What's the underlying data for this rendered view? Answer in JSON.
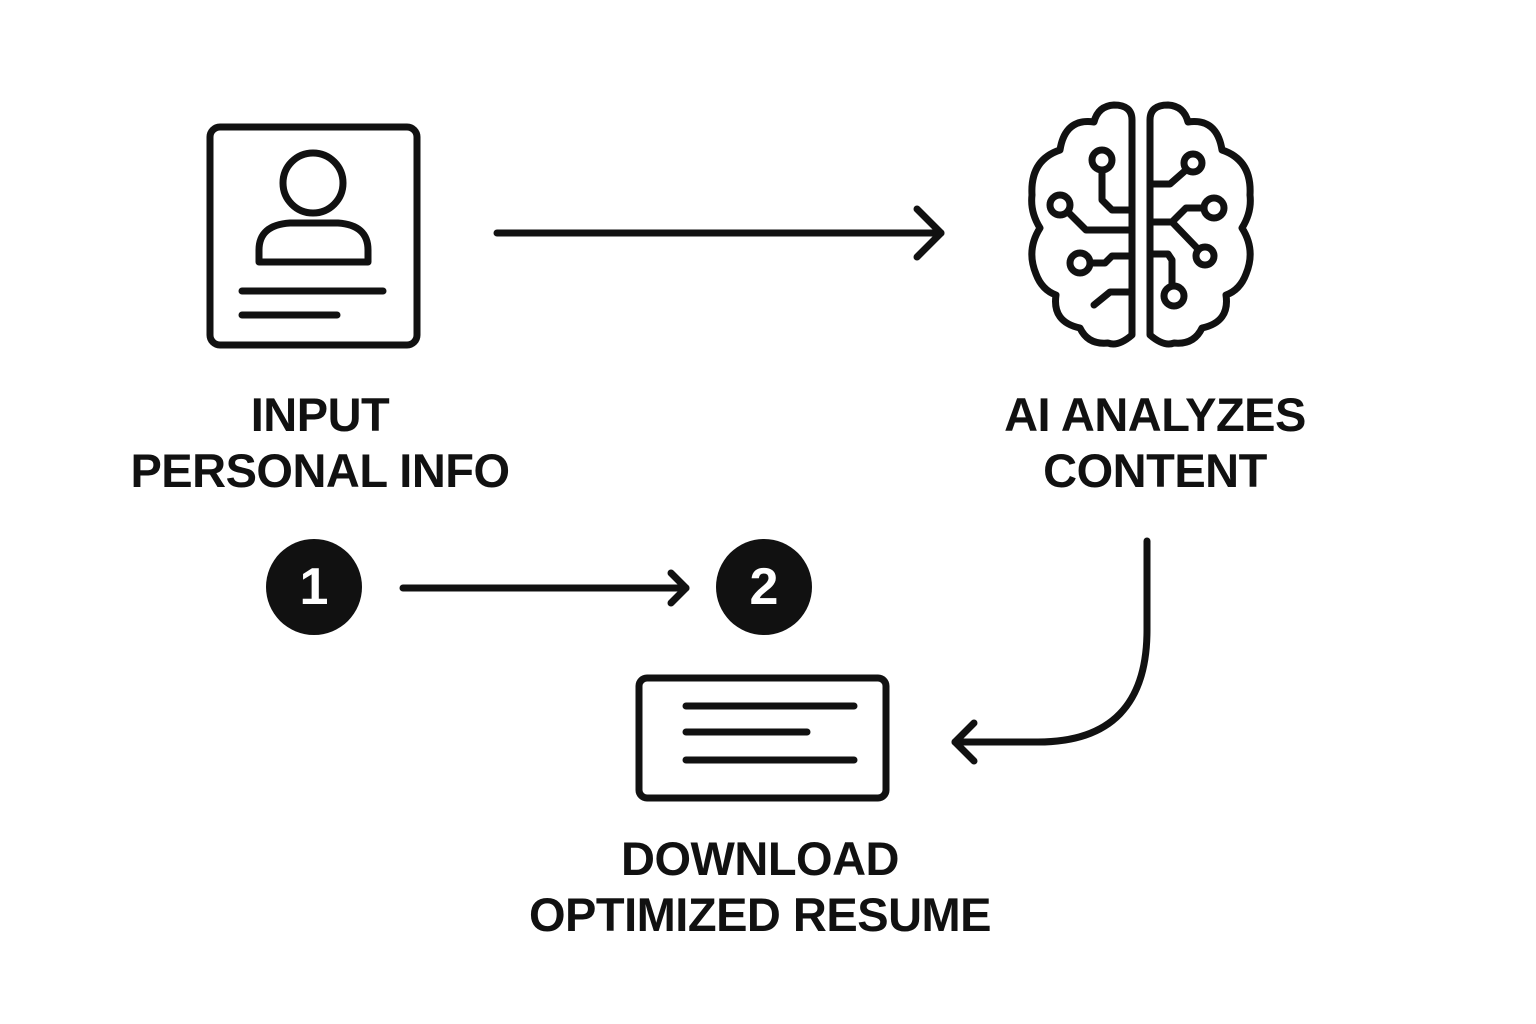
{
  "diagram": {
    "type": "process-flow",
    "background_color": "#ffffff",
    "ink_color": "#111111",
    "steps": [
      {
        "id": "input",
        "icon": "profile-card-icon",
        "label_lines": [
          "INPUT",
          "PERSONAL INFO"
        ]
      },
      {
        "id": "analyze",
        "icon": "circuit-brain-icon",
        "label_lines": [
          "AI ANALYZES",
          "CONTENT"
        ]
      },
      {
        "id": "download",
        "icon": "document-lines-icon",
        "label_lines": [
          "DOWNLOAD",
          "OPTIMIZED RESUME"
        ]
      }
    ],
    "badges": [
      {
        "number": "1"
      },
      {
        "number": "2"
      }
    ],
    "connectors": [
      {
        "from": "input",
        "to": "analyze",
        "shape": "straight-arrow"
      },
      {
        "from": "badge-1",
        "to": "badge-2",
        "shape": "straight-arrow"
      },
      {
        "from": "analyze",
        "to": "download",
        "shape": "curved-arrow"
      }
    ]
  }
}
